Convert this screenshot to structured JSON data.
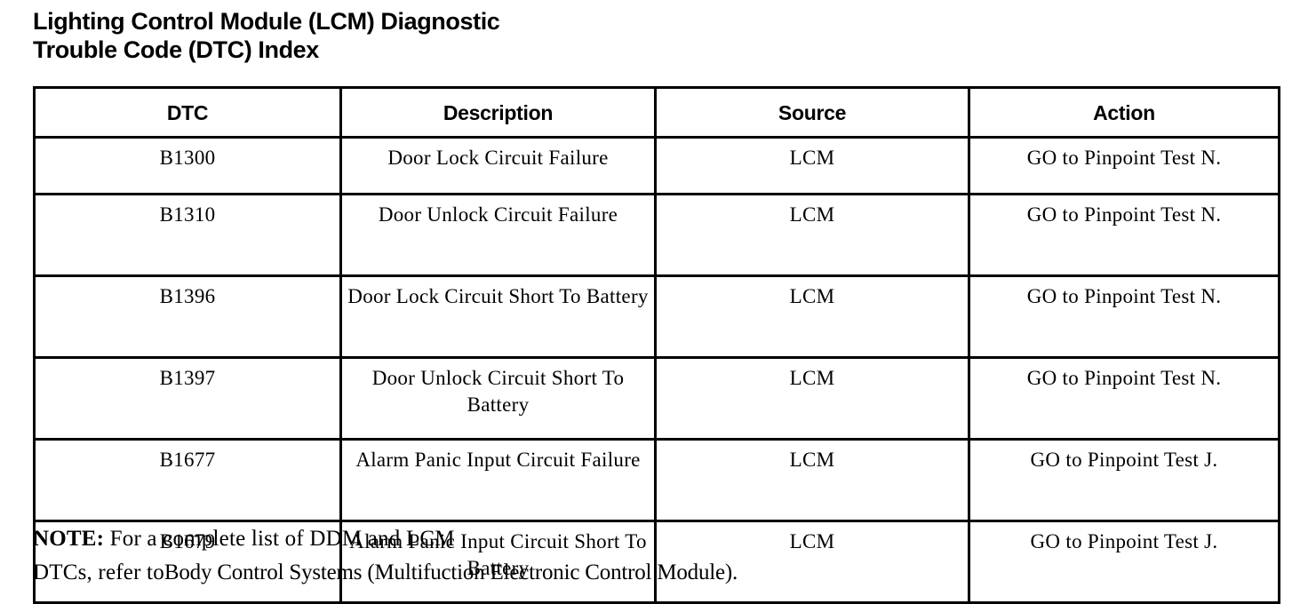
{
  "document": {
    "title": "Lighting Control Module (LCM) Diagnostic\nTrouble Code (DTC) Index"
  },
  "table": {
    "columns": [
      "DTC",
      "Description",
      "Source",
      "Action"
    ],
    "rows": [
      {
        "dtc": "B1300",
        "description": "Door Lock Circuit Failure",
        "source": "LCM",
        "action": "GO to Pinpoint Test N.",
        "lines": 1
      },
      {
        "dtc": "B1310",
        "description": "Door Unlock Circuit Failure",
        "source": "LCM",
        "action": "GO to Pinpoint Test N.",
        "lines": 2
      },
      {
        "dtc": "B1396",
        "description": "Door Lock Circuit Short To Battery",
        "source": "LCM",
        "action": "GO to Pinpoint Test N.",
        "lines": 2
      },
      {
        "dtc": "B1397",
        "description": "Door Unlock Circuit Short To Battery",
        "source": "LCM",
        "action": "GO to Pinpoint Test N.",
        "lines": 2
      },
      {
        "dtc": "B1677",
        "description": "Alarm Panic Input Circuit Failure",
        "source": "LCM",
        "action": "GO to Pinpoint Test J.",
        "lines": 2
      },
      {
        "dtc": "B1679",
        "description": "Alarm Panic Input Circuit Short To Battery",
        "source": "LCM",
        "action": "GO to Pinpoint Test J.",
        "lines": 2
      }
    ]
  },
  "note": {
    "label": "NOTE:",
    "line1": " For a complete list of DDM and LCM",
    "line2_prefix": "DTCs, refer to",
    "line2_reference": "Body Control Systems (Multifuction Electronic Control Module)."
  },
  "colors": {
    "text": "#000000",
    "background": "#ffffff",
    "border": "#000000"
  }
}
